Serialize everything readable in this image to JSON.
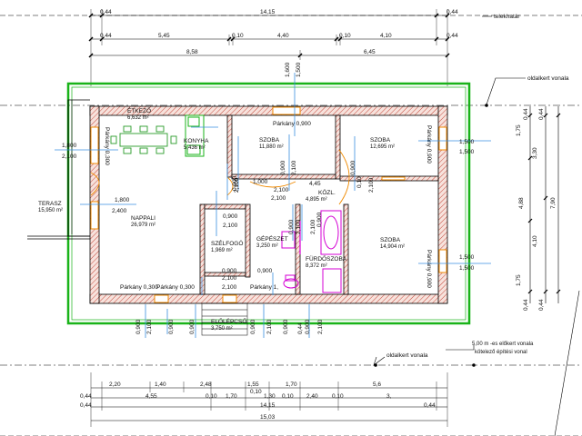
{
  "labels": {
    "telekhatar": "telekhatár",
    "oldalkert_top": "oldalkert vonala",
    "oldalkert_bottom": "oldalkert vonala",
    "elokert_1": "5,00 m -es előkert vonala",
    "elokert_2": "kötelező építési vonal"
  },
  "rooms": {
    "etkezo": {
      "name": "ÉTKEZŐ",
      "area": "6,632 m²"
    },
    "konyha": {
      "name": "KONYHA",
      "area": "5,436 m²"
    },
    "szoba1": {
      "name": "SZOBA",
      "area": "11,880 m²"
    },
    "szoba2": {
      "name": "SZOBA",
      "area": "12,695 m²"
    },
    "szoba3": {
      "name": "SZOBA",
      "area": "14,904 m²"
    },
    "kozl": {
      "name": "KÖZL.",
      "area": "4,895 m²"
    },
    "nappali": {
      "name": "NAPPALI",
      "area": "26,979 m²"
    },
    "terasz": {
      "name": "TERASZ",
      "area": "15,950 m²"
    },
    "szelfogo": {
      "name": "SZÉLFOGÓ",
      "area": "1,969 m²"
    },
    "gepeszet": {
      "name": "GÉPÉSZET",
      "area": "3,250 m²"
    },
    "furdo": {
      "name": "FÜRDŐSZOBA",
      "area": "8,372 m²"
    },
    "elolepcso": {
      "name": "ELŐLÉPCSŐ",
      "area": "3,750 m²"
    }
  },
  "parkany": {
    "p_top": "Párkány 0,900",
    "p_left_v": "Párkány 0,300",
    "p_right_v1": "Párkány 0,900",
    "p_right_v2": "Párkány 0,900",
    "p_bot1": "Párkány 0,300",
    "p_bot2": "Párkány 0,300",
    "p_bot3": "Párkány 1,"
  },
  "dims_top": {
    "r1_a": "0,44",
    "r1_b": "14,15",
    "r1_c": "0,44",
    "r2_a": "0,44",
    "r2_b": "5,45",
    "r2_c": "0,10",
    "r2_d": "4,40",
    "r2_e": "0,10",
    "r2_f": "4,10",
    "r2_g": "0,44",
    "r3_a": "8,58",
    "r3_b": "6,45"
  },
  "dims_bottom": {
    "b1_a": "2,20",
    "b1_b": "1,40",
    "b1_c": "2,48",
    "b1_d": "1,55",
    "b1_e": "1,70",
    "b1_f": "5,6",
    "b2_a": "0,10",
    "b3_a": "0,44",
    "b3_b": "4,55",
    "b3_c": "0,10",
    "b3_d": "1,70",
    "b3_e": "1,30",
    "b3_f": "0,10",
    "b3_g": "2,40",
    "b3_h": "0,10",
    "b3_i": "3,",
    "b4_a": "0,44",
    "b4_b": "14,15",
    "b4_c": "0,44",
    "b5_a": "15,03"
  },
  "dims_right": {
    "r_a": "0,44",
    "r_b": "1,75",
    "r_c": "0,44",
    "r_d": "3,30",
    "r_e": "4,88",
    "r_f": "7,90",
    "r_g": "4,10",
    "r_h": "1,75",
    "r_i": "0,44",
    "r_j": "0,44"
  },
  "openings": {
    "w_left_1": "1,800",
    "w_left_2": "2,100",
    "d_terasz_1": "1,800",
    "d_terasz_2": "2,400",
    "w_right_1": "1,500",
    "w_right_2": "1,500",
    "w_right_3": "1,500",
    "w_right_4": "1,500",
    "w_top_1": "1,600",
    "w_top_2": "1,500",
    "d_k1": "0,900",
    "d_k2": "2,100",
    "d_s1": "0,900",
    "d_s2": "2,100",
    "d_s3": "0,900",
    "d_s4": "2,100",
    "d_c1": "1,000",
    "d_c2": "2,100",
    "d_c3": "4,45",
    "d_g1": "0,900",
    "d_g2": "2,100",
    "d_sz1": "0,900",
    "d_sz2": "2,100",
    "d_f1": "0,900",
    "d_f2": "2,100",
    "d_e1": "0,900",
    "d_e2": "2,100",
    "d_v1": "0,900",
    "d_v2": "2,100",
    "d_vb1": "0,900",
    "d_vb2": "2,100",
    "d_x1": "0,10",
    "w_bot_1": "0,900",
    "w_bot_2": "0,900",
    "w_bot_3": "0,900",
    "w_bot_4": "0,900",
    "w_bot_5": "0,900",
    "w_bot_6": "0,900",
    "w_bot_7": "0,900",
    "w_bot_8": "0,44",
    "w_bot_9": "2,100",
    "w_bot_10": "2,100",
    "w_bot_11": "2,100",
    "w_bot_12": "2,100"
  },
  "colors": {
    "wall_hatch": "#c0392b",
    "green_outline": "#19b319",
    "opening_blue": "#3a8fe0",
    "fixture_magenta": "#d400d4",
    "door_orange": "#f08a00"
  }
}
